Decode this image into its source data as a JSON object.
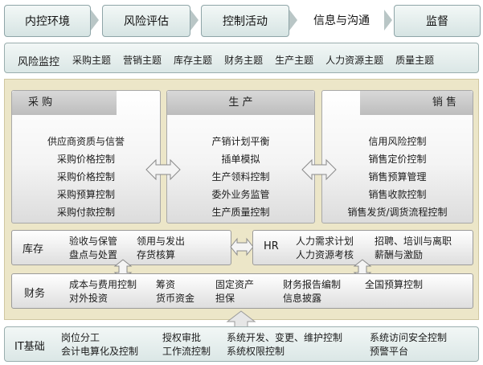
{
  "flow": [
    "内控环境",
    "风险评估",
    "控制活动",
    "信息与沟通",
    "监督"
  ],
  "risk_monitor": {
    "title": "风险监控",
    "topics": [
      "采购主题",
      "营销主题",
      "库存主题",
      "财务主题",
      "生产主题",
      "人力资源主题",
      "质量主题"
    ]
  },
  "purchase": {
    "title": "采 购",
    "items": [
      "供应商资质与信誉",
      "采购价格控制",
      "采购价格控制",
      "采购预算控制",
      "采购付款控制"
    ]
  },
  "production": {
    "title": "生 产",
    "items": [
      "产销计划平衡",
      "插单模拟",
      "生产领料控制",
      "委外业务监管",
      "生产质量控制"
    ]
  },
  "sales": {
    "title": "销 售",
    "items": [
      "信用风险控制",
      "销售定价控制",
      "销售预算管理",
      "销售收款控制",
      "销售发货/调货流程控制"
    ]
  },
  "inventory": {
    "title": "库存",
    "row1": [
      "验收与保管",
      "领用与发出"
    ],
    "row2": [
      "盘点与处置",
      "存货核算"
    ]
  },
  "hr": {
    "title": "HR",
    "row1": [
      "人力需求计划",
      "招聘、培训与离职"
    ],
    "row2": [
      "人力资源考核",
      "薪酬与激励"
    ]
  },
  "finance": {
    "title": "财务",
    "row1": [
      "成本与费用控制",
      "筹资",
      "固定资产",
      "财务报告编制",
      "全国预算控制"
    ],
    "row2": [
      "对外投资",
      "货币资金",
      "担保",
      "信息披露"
    ]
  },
  "it": {
    "title": "IT基础",
    "row1": [
      "岗位分工",
      "授权审批",
      "系统开发、变更、维护控制",
      "系统访问安全控制"
    ],
    "row2": [
      "会计电算化及控制",
      "工作流控制",
      "系统权限控制",
      "预警平台"
    ]
  }
}
